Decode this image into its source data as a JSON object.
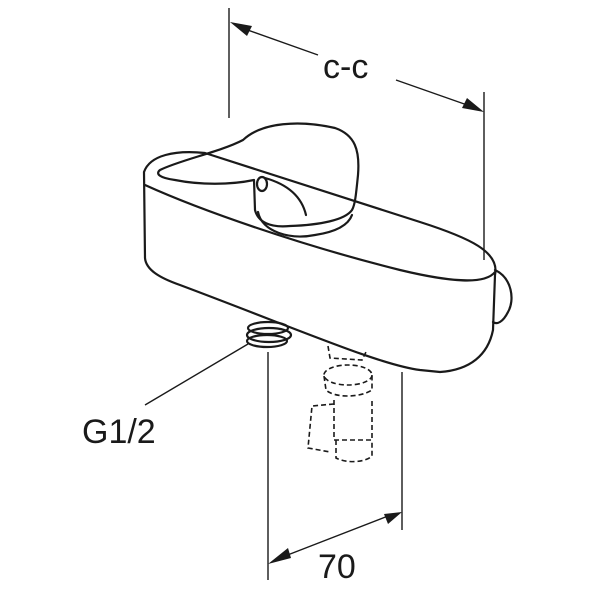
{
  "diagram": {
    "subject": "single-lever wall mixer faucet",
    "labels": {
      "center_distance": "c-c",
      "thread": "G1/2",
      "depth": "70"
    },
    "line_color": "#1a1a1a",
    "background": "#ffffff"
  }
}
